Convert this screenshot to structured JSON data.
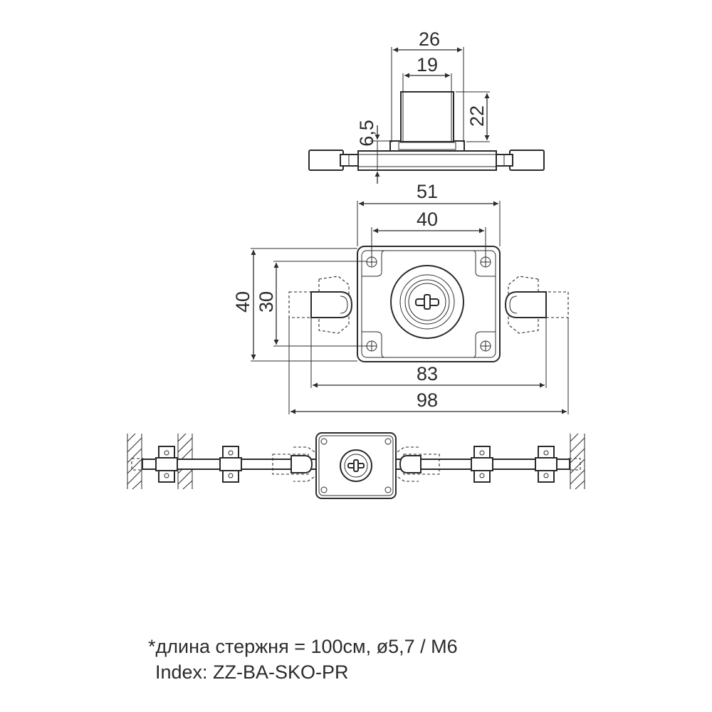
{
  "dimensions": {
    "top_outer_width": "26",
    "top_inner_width": "19",
    "top_height": "22",
    "top_plate": "6,5",
    "plate_outer_width": "51",
    "plate_hole_spacing": "40",
    "plate_height": "40",
    "plate_hole_vertical": "30",
    "rod_guide_span": "83",
    "overall_width": "98"
  },
  "notes": {
    "rod_spec": "*длина стержня = 100см, ø5,7 / M6",
    "index": "Index: ZZ-BA-SKO-PR"
  }
}
